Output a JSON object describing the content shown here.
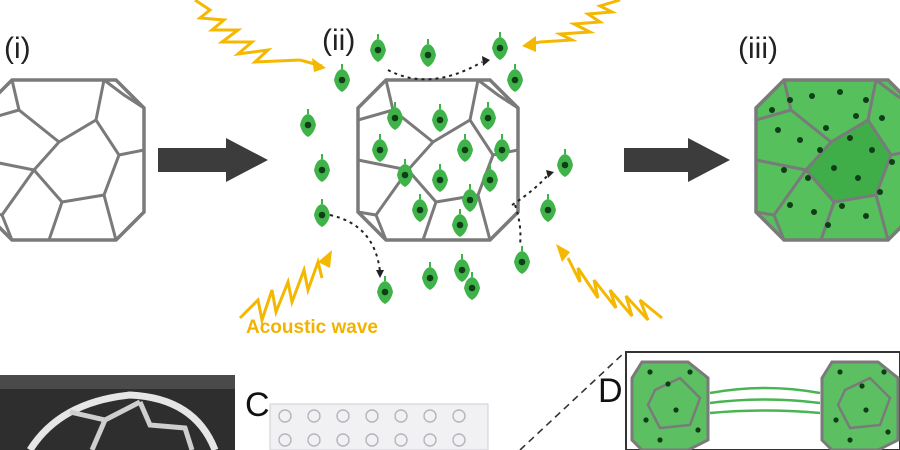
{
  "labels": {
    "step1": "(i)",
    "step2": "(ii)",
    "step3": "(iii)",
    "panel_c": "C",
    "panel_d": "D",
    "acoustic": "Acoustic wave"
  },
  "colors": {
    "frame": "#7a7a7a",
    "cell": "#3fb34a",
    "nucleus": "#0f3d16",
    "wave": "#f5b800",
    "arrow": "#3c3c3c"
  }
}
